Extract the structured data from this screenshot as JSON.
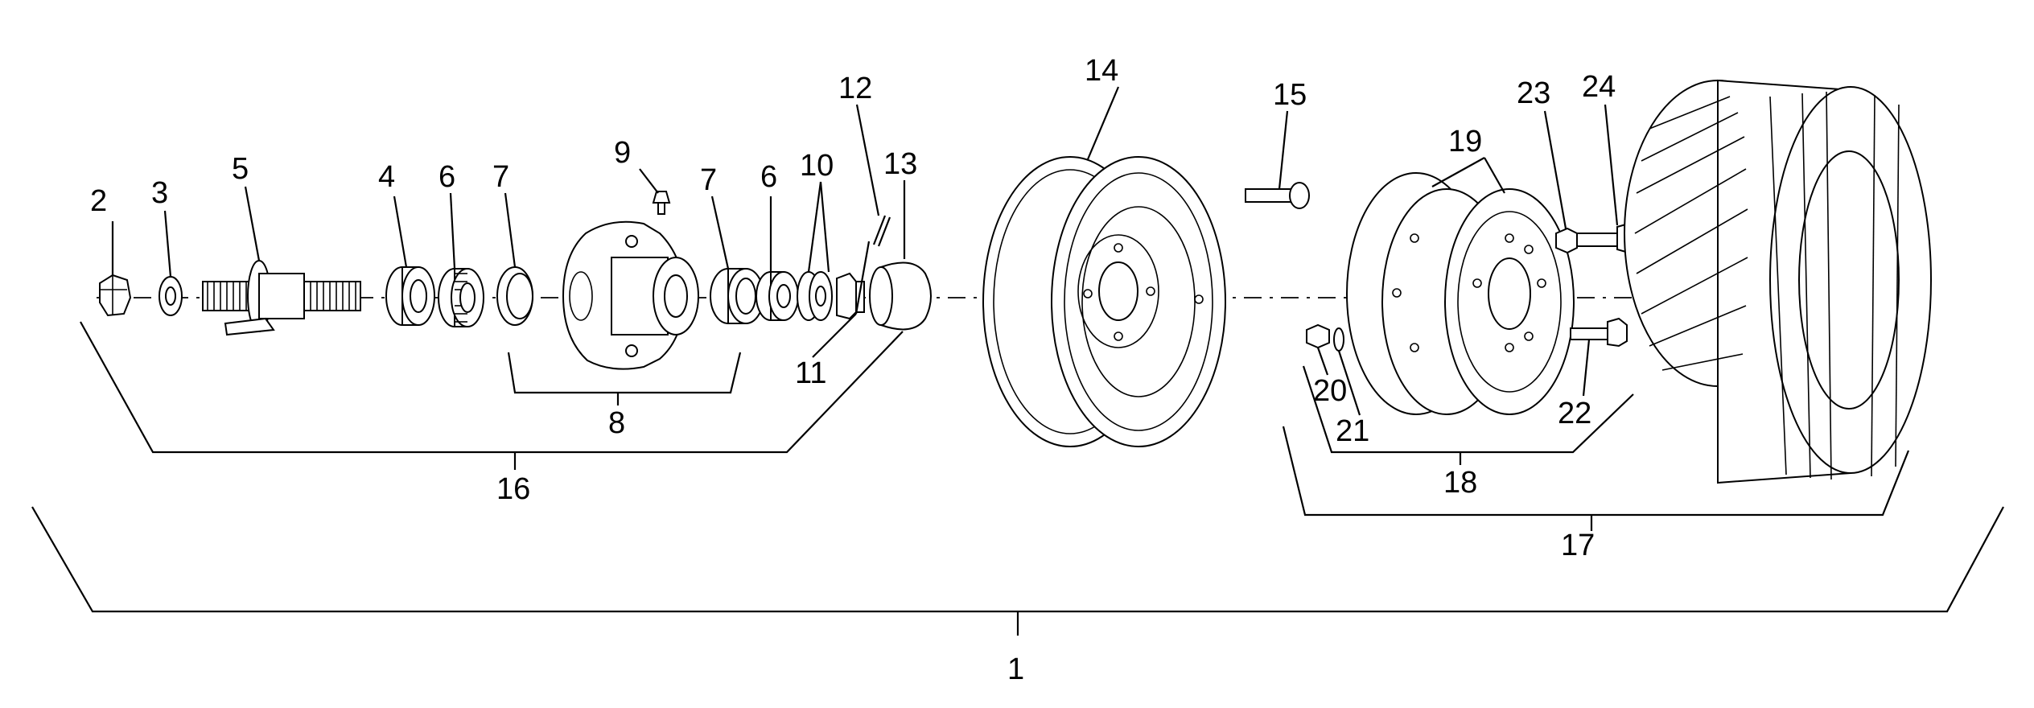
{
  "labels": {
    "l1": "1",
    "l2": "2",
    "l3": "3",
    "l4": "4",
    "l5": "5",
    "l6a": "6",
    "l6b": "6",
    "l7a": "7",
    "l7b": "7",
    "l8": "8",
    "l9": "9",
    "l10": "10",
    "l11": "11",
    "l12": "12",
    "l13": "13",
    "l14": "14",
    "l15": "15",
    "l16": "16",
    "l17": "17",
    "l18": "18",
    "l19": "19",
    "l20": "20",
    "l21": "21",
    "l22": "22",
    "l23": "23",
    "l24": "24"
  }
}
